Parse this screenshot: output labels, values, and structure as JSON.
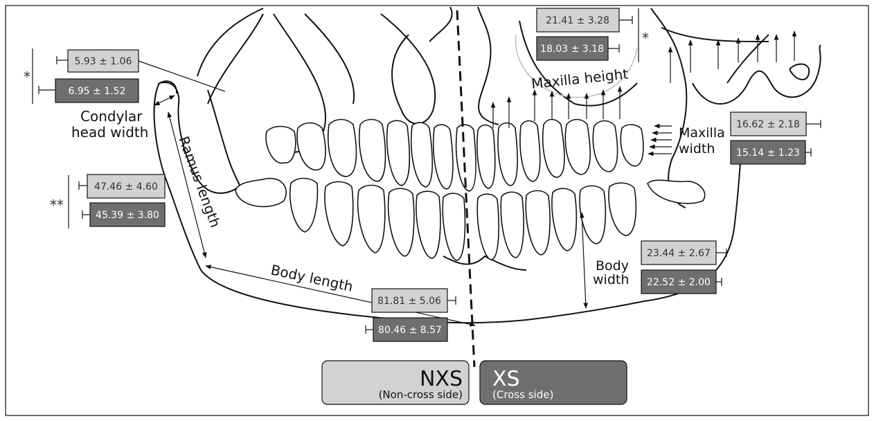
{
  "legend": {
    "nxs_abbr": "NXS",
    "nxs_full": "(Non-cross side)",
    "xs_abbr": "XS",
    "xs_full": "(Cross side)"
  },
  "colors": {
    "nxs_fill": "#d2d2d2",
    "xs_fill": "#6f6f6f",
    "line": "#111111"
  },
  "labels": {
    "condylar_head_width_1": "Condylar",
    "condylar_head_width_2": "head width",
    "ramus_length": "Ramus length",
    "body_length": "Body length",
    "body_width_1": "Body",
    "body_width_2": "width",
    "maxilla_height": "Maxilla height",
    "maxilla_width_1": "Maxilla",
    "maxilla_width_2": "width"
  },
  "measurements": {
    "condylar_head_width": {
      "nxs": "5.93 ± 1.06",
      "xs": "6.95 ± 1.52",
      "significance": "*"
    },
    "ramus_length": {
      "nxs": "47.46 ± 4.60",
      "xs": "45.39 ± 3.80",
      "significance": "**"
    },
    "body_length": {
      "nxs": "81.81 ± 5.06",
      "xs": "80.46 ± 8.57"
    },
    "body_width": {
      "nxs": "23.44 ± 2.67",
      "xs": "22.52 ± 2.00"
    },
    "maxilla_height": {
      "nxs": "21.41 ± 3.28",
      "xs": "18.03 ± 3.18",
      "significance": "*"
    },
    "maxilla_width": {
      "nxs": "16.62 ± 2.18",
      "xs": "15.14 ± 1.23"
    }
  }
}
